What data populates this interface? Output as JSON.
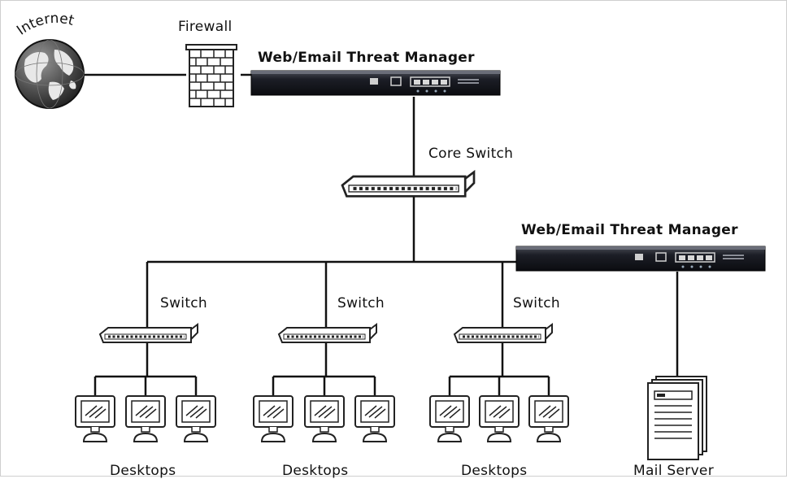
{
  "labels": {
    "internet": "Internet",
    "firewall": "Firewall",
    "wtm_top": "Web/Email Threat Manager",
    "core_switch": "Core Switch",
    "wtm_right": "Web/Email Threat Manager",
    "switch_1": "Switch",
    "switch_2": "Switch",
    "switch_3": "Switch",
    "desktops_1": "Desktops",
    "desktops_2": "Desktops",
    "desktops_3": "Desktops",
    "mail_server": "Mail Server"
  },
  "icons": {
    "globe": "globe-icon",
    "firewall": "firewall-icon",
    "appliance": "rack-appliance-icon",
    "switch": "network-switch-icon",
    "desktop": "desktop-computer-icon",
    "server": "mail-server-icon"
  }
}
